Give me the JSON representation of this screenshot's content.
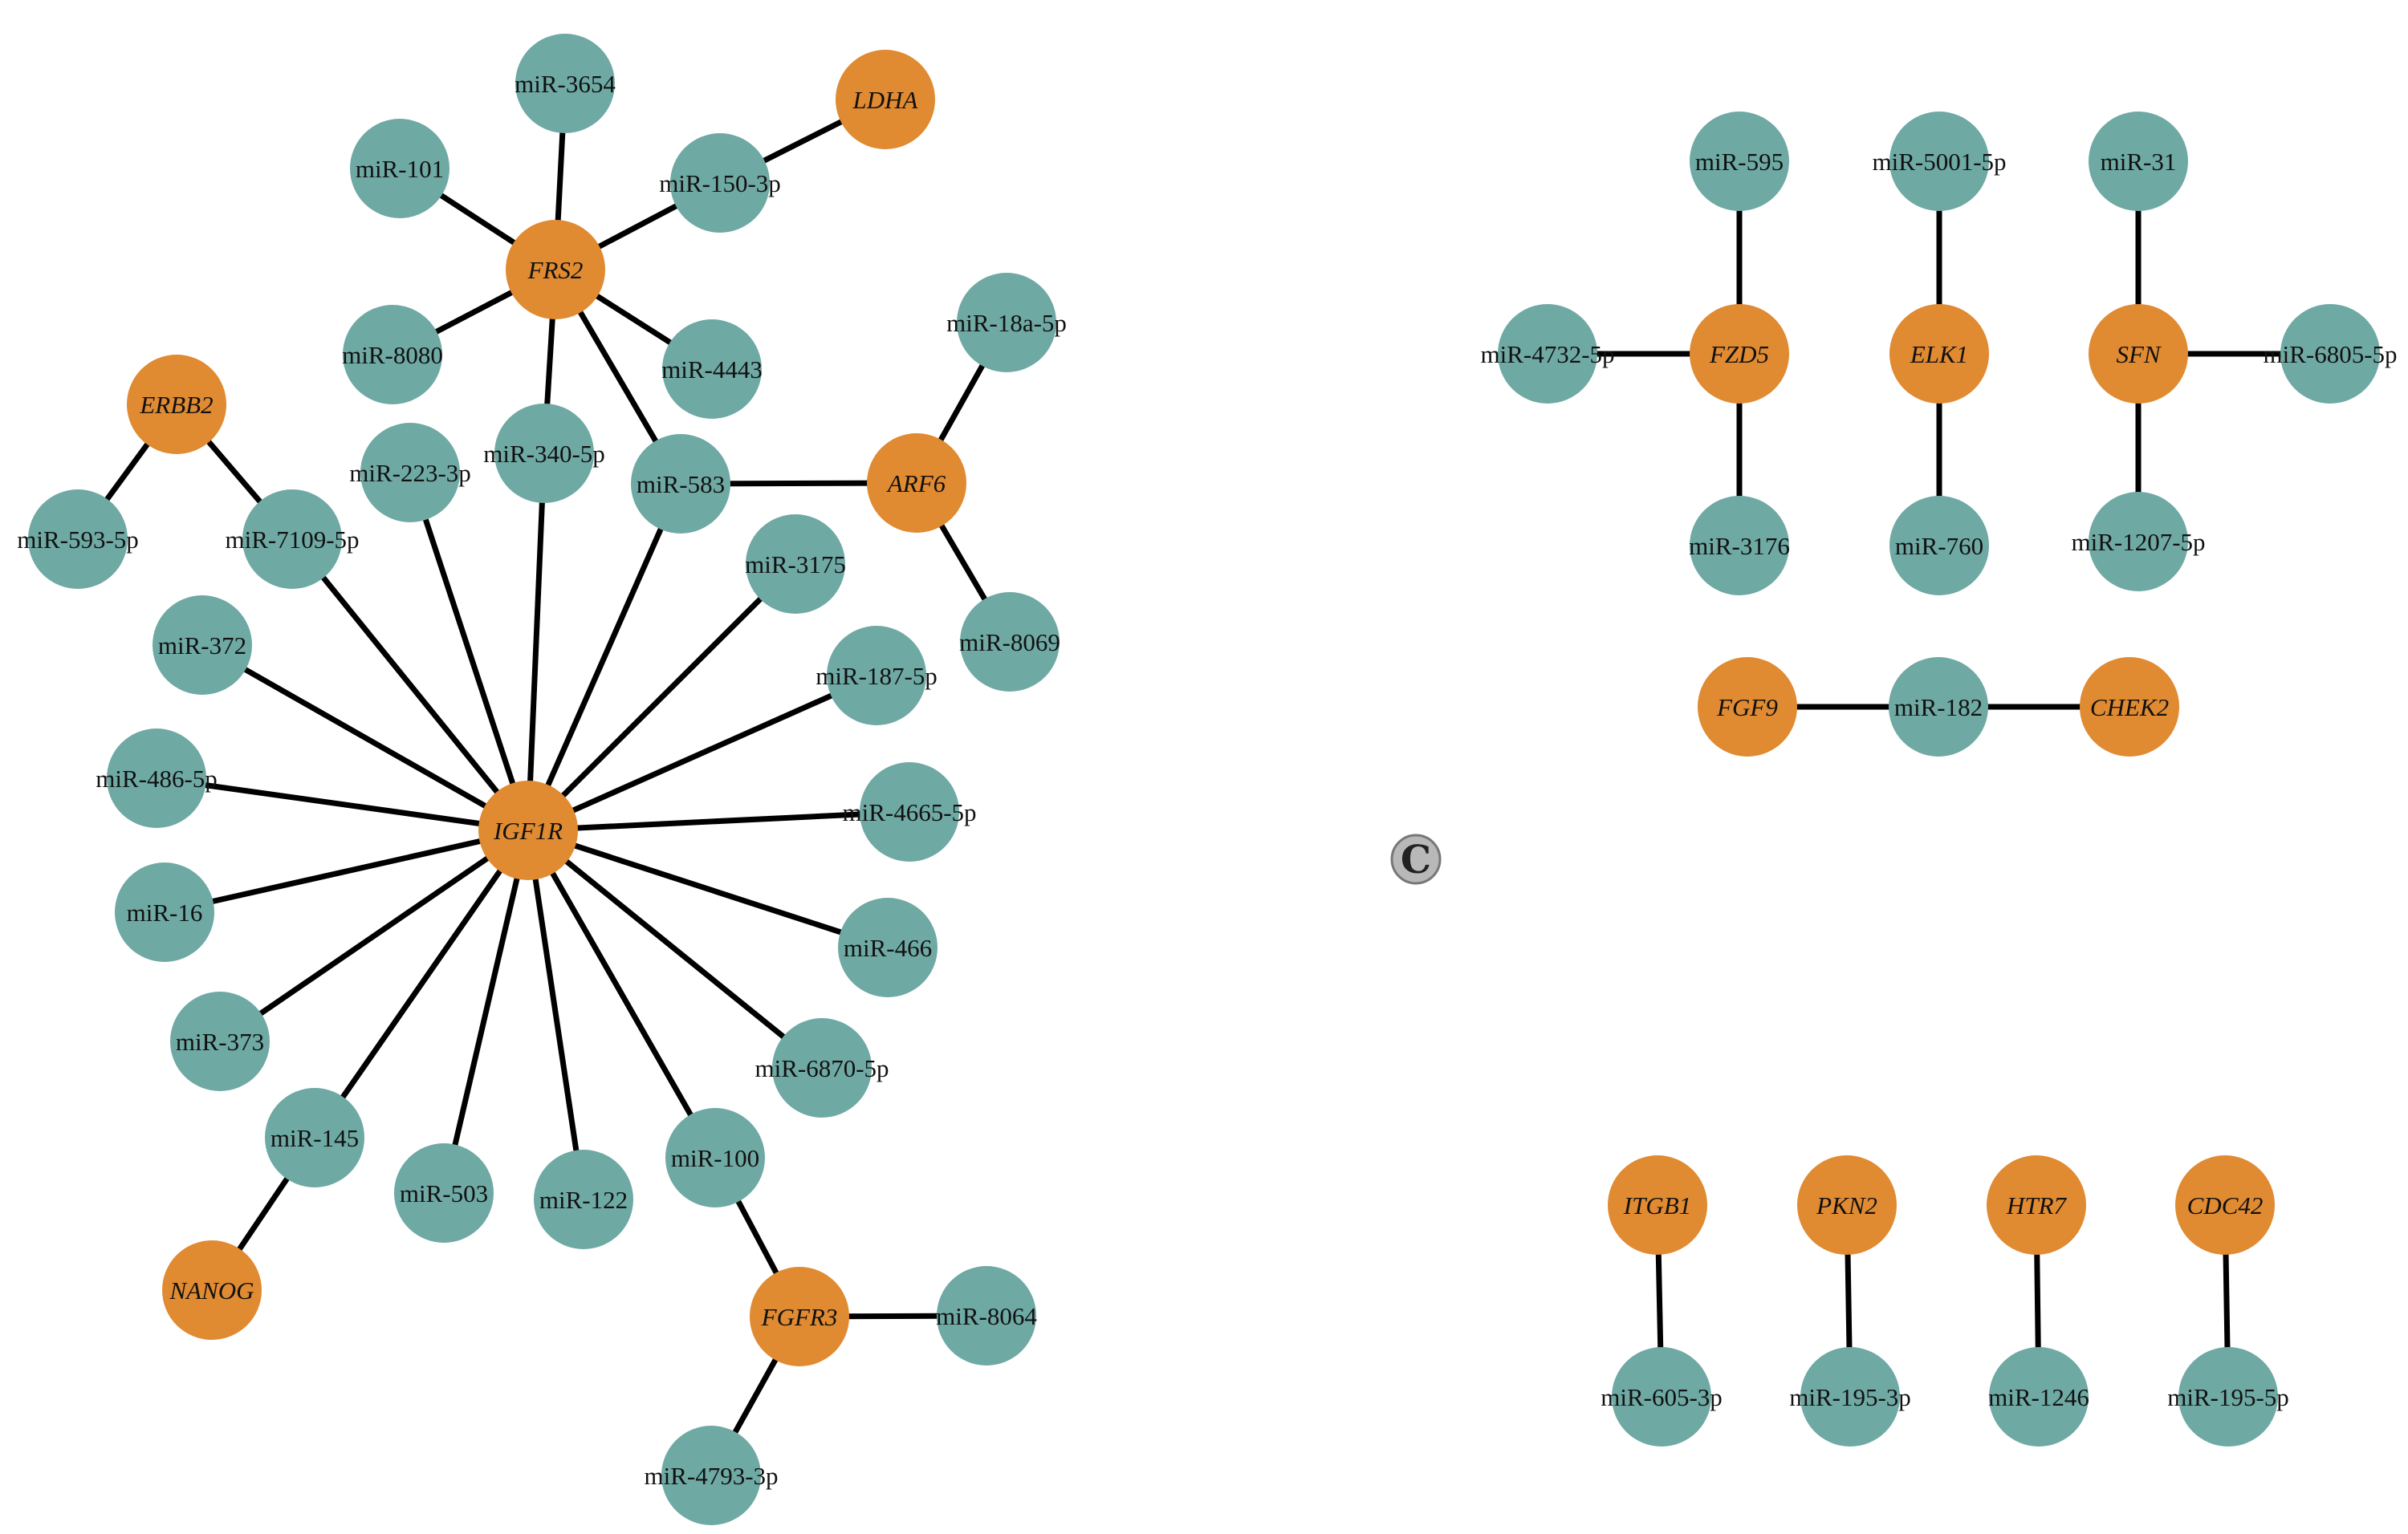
{
  "panel_label": "C",
  "colors": {
    "gene": "#e08a32",
    "mirna": "#6fa9a4",
    "edge": "#000000",
    "panel_badge": "#b8b8b8"
  },
  "legend_types": {
    "gene": "gene (italic, orange)",
    "mirna": "miRNA (teal)"
  },
  "nodes": [
    {
      "id": "IGF1R",
      "label": "IGF1R",
      "type": "gene"
    },
    {
      "id": "FRS2",
      "label": "FRS2",
      "type": "gene"
    },
    {
      "id": "LDHA",
      "label": "LDHA",
      "type": "gene"
    },
    {
      "id": "ERBB2",
      "label": "ERBB2",
      "type": "gene"
    },
    {
      "id": "ARF6",
      "label": "ARF6",
      "type": "gene"
    },
    {
      "id": "NANOG",
      "label": "NANOG",
      "type": "gene"
    },
    {
      "id": "FGFR3",
      "label": "FGFR3",
      "type": "gene"
    },
    {
      "id": "FZD5",
      "label": "FZD5",
      "type": "gene"
    },
    {
      "id": "ELK1",
      "label": "ELK1",
      "type": "gene"
    },
    {
      "id": "SFN",
      "label": "SFN",
      "type": "gene"
    },
    {
      "id": "FGF9",
      "label": "FGF9",
      "type": "gene"
    },
    {
      "id": "CHEK2",
      "label": "CHEK2",
      "type": "gene"
    },
    {
      "id": "ITGB1",
      "label": "ITGB1",
      "type": "gene"
    },
    {
      "id": "PKN2",
      "label": "PKN2",
      "type": "gene"
    },
    {
      "id": "HTR7",
      "label": "HTR7",
      "type": "gene"
    },
    {
      "id": "CDC42",
      "label": "CDC42",
      "type": "gene"
    },
    {
      "id": "miR-3654",
      "label": "miR-3654",
      "type": "mirna"
    },
    {
      "id": "miR-101",
      "label": "miR-101",
      "type": "mirna"
    },
    {
      "id": "miR-150-3p",
      "label": "miR-150-3p",
      "type": "mirna"
    },
    {
      "id": "miR-8080",
      "label": "miR-8080",
      "type": "mirna"
    },
    {
      "id": "miR-4443",
      "label": "miR-4443",
      "type": "mirna"
    },
    {
      "id": "miR-18a-5p",
      "label": "miR-18a-5p",
      "type": "mirna"
    },
    {
      "id": "miR-593-5p",
      "label": "miR-593-5p",
      "type": "mirna"
    },
    {
      "id": "miR-7109-5p",
      "label": "miR-7109-5p",
      "type": "mirna"
    },
    {
      "id": "miR-223-3p",
      "label": "miR-223-3p",
      "type": "mirna"
    },
    {
      "id": "miR-340-5p",
      "label": "miR-340-5p",
      "type": "mirna"
    },
    {
      "id": "miR-583",
      "label": "miR-583",
      "type": "mirna"
    },
    {
      "id": "miR-3175",
      "label": "miR-3175",
      "type": "mirna"
    },
    {
      "id": "miR-8069",
      "label": "miR-8069",
      "type": "mirna"
    },
    {
      "id": "miR-372",
      "label": "miR-372",
      "type": "mirna"
    },
    {
      "id": "miR-187-5p",
      "label": "miR-187-5p",
      "type": "mirna"
    },
    {
      "id": "miR-486-5p",
      "label": "miR-486-5p",
      "type": "mirna"
    },
    {
      "id": "miR-4665-5p",
      "label": "miR-4665-5p",
      "type": "mirna"
    },
    {
      "id": "miR-16",
      "label": "miR-16",
      "type": "mirna"
    },
    {
      "id": "miR-466",
      "label": "miR-466",
      "type": "mirna"
    },
    {
      "id": "miR-373",
      "label": "miR-373",
      "type": "mirna"
    },
    {
      "id": "miR-6870-5p",
      "label": "miR-6870-5p",
      "type": "mirna"
    },
    {
      "id": "miR-145",
      "label": "miR-145",
      "type": "mirna"
    },
    {
      "id": "miR-503",
      "label": "miR-503",
      "type": "mirna"
    },
    {
      "id": "miR-122",
      "label": "miR-122",
      "type": "mirna"
    },
    {
      "id": "miR-100",
      "label": "miR-100",
      "type": "mirna"
    },
    {
      "id": "miR-8064",
      "label": "miR-8064",
      "type": "mirna"
    },
    {
      "id": "miR-4793-3p",
      "label": "miR-4793-3p",
      "type": "mirna"
    },
    {
      "id": "miR-595",
      "label": "miR-595",
      "type": "mirna"
    },
    {
      "id": "miR-5001-5p",
      "label": "miR-5001-5p",
      "type": "mirna"
    },
    {
      "id": "miR-31",
      "label": "miR-31",
      "type": "mirna"
    },
    {
      "id": "miR-4732-5p",
      "label": "miR-4732-5p",
      "type": "mirna"
    },
    {
      "id": "miR-6805-5p",
      "label": "miR-6805-5p",
      "type": "mirna"
    },
    {
      "id": "miR-3176",
      "label": "miR-3176",
      "type": "mirna"
    },
    {
      "id": "miR-760",
      "label": "miR-760",
      "type": "mirna"
    },
    {
      "id": "miR-1207-5p",
      "label": "miR-1207-5p",
      "type": "mirna"
    },
    {
      "id": "miR-182",
      "label": "miR-182",
      "type": "mirna"
    },
    {
      "id": "miR-605-3p",
      "label": "miR-605-3p",
      "type": "mirna"
    },
    {
      "id": "miR-195-3p",
      "label": "miR-195-3p",
      "type": "mirna"
    },
    {
      "id": "miR-1246",
      "label": "miR-1246",
      "type": "mirna"
    },
    {
      "id": "miR-195-5p",
      "label": "miR-195-5p",
      "type": "mirna"
    }
  ],
  "edges": [
    [
      "FRS2",
      "miR-3654"
    ],
    [
      "FRS2",
      "miR-101"
    ],
    [
      "FRS2",
      "miR-150-3p"
    ],
    [
      "FRS2",
      "miR-8080"
    ],
    [
      "FRS2",
      "miR-4443"
    ],
    [
      "FRS2",
      "miR-340-5p"
    ],
    [
      "FRS2",
      "miR-583"
    ],
    [
      "LDHA",
      "miR-150-3p"
    ],
    [
      "ERBB2",
      "miR-593-5p"
    ],
    [
      "ERBB2",
      "miR-7109-5p"
    ],
    [
      "ARF6",
      "miR-18a-5p"
    ],
    [
      "ARF6",
      "miR-583"
    ],
    [
      "ARF6",
      "miR-8069"
    ],
    [
      "IGF1R",
      "miR-7109-5p"
    ],
    [
      "IGF1R",
      "miR-223-3p"
    ],
    [
      "IGF1R",
      "miR-340-5p"
    ],
    [
      "IGF1R",
      "miR-583"
    ],
    [
      "IGF1R",
      "miR-3175"
    ],
    [
      "IGF1R",
      "miR-372"
    ],
    [
      "IGF1R",
      "miR-187-5p"
    ],
    [
      "IGF1R",
      "miR-486-5p"
    ],
    [
      "IGF1R",
      "miR-4665-5p"
    ],
    [
      "IGF1R",
      "miR-16"
    ],
    [
      "IGF1R",
      "miR-466"
    ],
    [
      "IGF1R",
      "miR-373"
    ],
    [
      "IGF1R",
      "miR-6870-5p"
    ],
    [
      "IGF1R",
      "miR-145"
    ],
    [
      "IGF1R",
      "miR-503"
    ],
    [
      "IGF1R",
      "miR-122"
    ],
    [
      "IGF1R",
      "miR-100"
    ],
    [
      "NANOG",
      "miR-145"
    ],
    [
      "FGFR3",
      "miR-100"
    ],
    [
      "FGFR3",
      "miR-8064"
    ],
    [
      "FGFR3",
      "miR-4793-3p"
    ],
    [
      "FZD5",
      "miR-595"
    ],
    [
      "FZD5",
      "miR-4732-5p"
    ],
    [
      "FZD5",
      "miR-3176"
    ],
    [
      "ELK1",
      "miR-5001-5p"
    ],
    [
      "ELK1",
      "miR-760"
    ],
    [
      "SFN",
      "miR-31"
    ],
    [
      "SFN",
      "miR-6805-5p"
    ],
    [
      "SFN",
      "miR-1207-5p"
    ],
    [
      "FGF9",
      "miR-182"
    ],
    [
      "CHEK2",
      "miR-182"
    ],
    [
      "ITGB1",
      "miR-605-3p"
    ],
    [
      "PKN2",
      "miR-195-3p"
    ],
    [
      "HTR7",
      "miR-1246"
    ],
    [
      "CDC42",
      "miR-195-5p"
    ]
  ]
}
